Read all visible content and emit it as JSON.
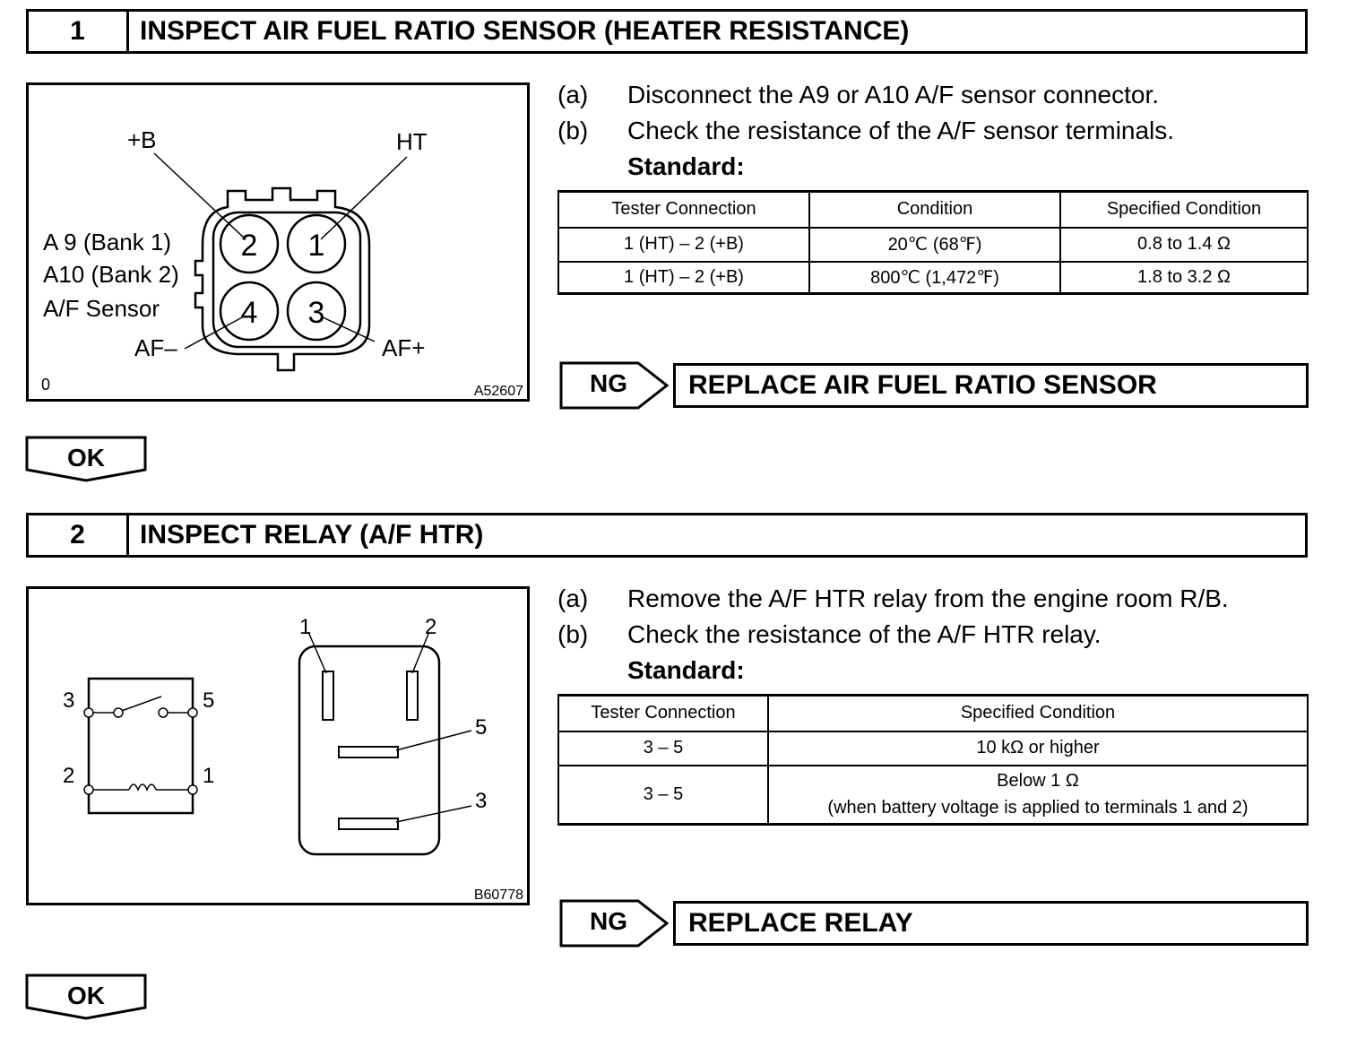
{
  "step1": {
    "number": "1",
    "title": "INSPECT AIR FUEL RATIO SENSOR (HEATER RESISTANCE)",
    "figure": {
      "label_plus_b": "+B",
      "label_ht": "HT",
      "label_af_minus": "AF–",
      "label_af_plus": "AF+",
      "pin1": "1",
      "pin2": "2",
      "pin3": "3",
      "pin4": "4",
      "caption_line1": "A 9 (Bank 1)",
      "caption_line2": "A10 (Bank 2)",
      "caption_line3": "A/F Sensor",
      "corner_mark": "0",
      "figure_id": "A52607"
    },
    "instructions": [
      {
        "label": "(a)",
        "text": "Disconnect the A9 or A10 A/F sensor connector."
      },
      {
        "label": "(b)",
        "text": "Check the resistance of the A/F sensor terminals."
      }
    ],
    "standard_label": "Standard:",
    "table": {
      "headers": [
        "Tester Connection",
        "Condition",
        "Specified Condition"
      ],
      "rows": [
        [
          "1 (HT) – 2 (+B)",
          "20℃ (68℉)",
          "0.8 to 1.4 Ω"
        ],
        [
          "1 (HT) – 2 (+B)",
          "800℃ (1,472℉)",
          "1.8 to 3.2 Ω"
        ]
      ]
    },
    "ng_label": "NG",
    "ng_action": "REPLACE AIR FUEL RATIO SENSOR",
    "ok_label": "OK"
  },
  "step2": {
    "number": "2",
    "title": "INSPECT RELAY (A/F HTR)",
    "figure": {
      "schem_3": "3",
      "schem_5": "5",
      "schem_2": "2",
      "schem_1": "1",
      "relay_1": "1",
      "relay_2": "2",
      "relay_5": "5",
      "relay_3": "3",
      "figure_id": "B60778"
    },
    "instructions": [
      {
        "label": "(a)",
        "text": "Remove the A/F HTR relay from the engine room R/B."
      },
      {
        "label": "(b)",
        "text": "Check the resistance of the A/F HTR relay."
      }
    ],
    "standard_label": "Standard:",
    "table": {
      "headers": [
        "Tester Connection",
        "Specified Condition"
      ],
      "rows": [
        [
          "3 – 5",
          "10 kΩ or higher"
        ],
        [
          "3 – 5",
          "Below 1 Ω",
          "(when battery voltage is applied to terminals 1 and 2)"
        ]
      ]
    },
    "ng_label": "NG",
    "ng_action": "REPLACE RELAY",
    "ok_label": "OK"
  }
}
